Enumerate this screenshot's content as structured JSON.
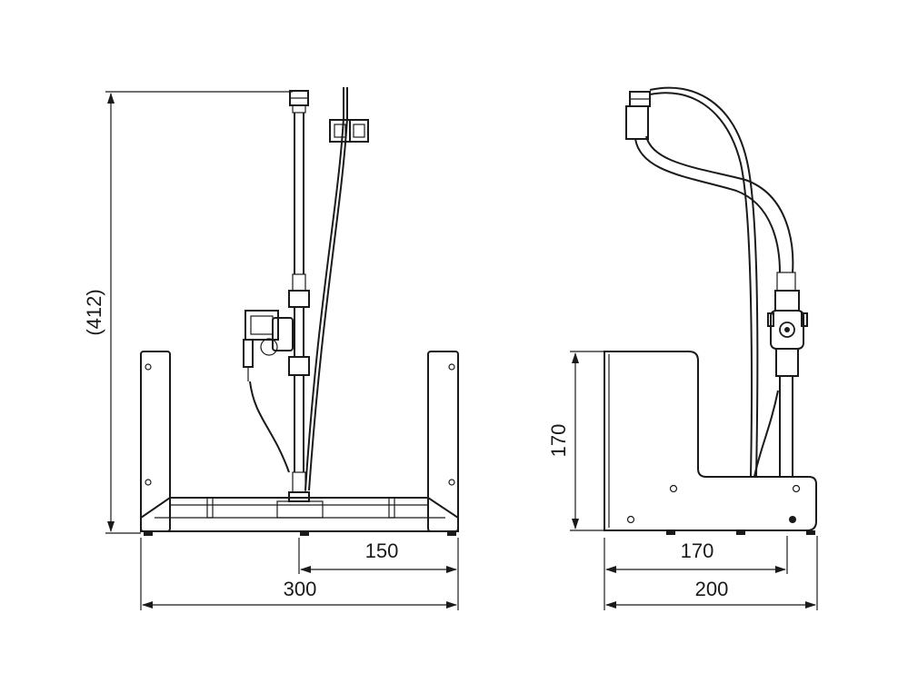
{
  "colors": {
    "line": "#1a1a1a",
    "background": "#ffffff"
  },
  "front_view": {
    "height_label": "(412)",
    "half_width_label": "150",
    "width_label": "300"
  },
  "side_view": {
    "height_label": "170",
    "inner_depth_label": "170",
    "depth_label": "200"
  }
}
